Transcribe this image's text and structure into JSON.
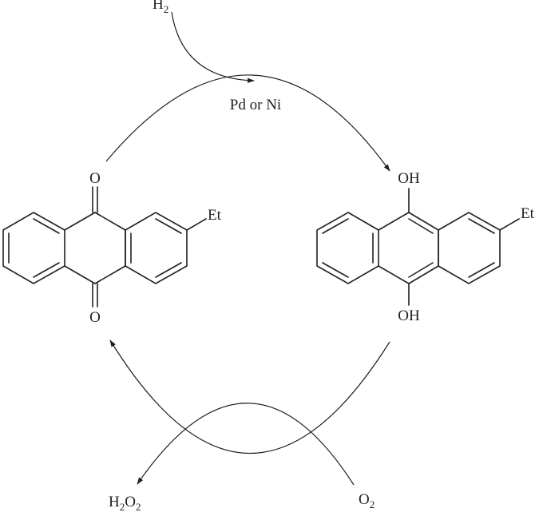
{
  "reagents": {
    "h2": {
      "main": "H",
      "sub": "2"
    },
    "catalyst": "Pd or Ni",
    "o2": {
      "main": "O",
      "sub": "2"
    },
    "h2o2": {
      "h": "H",
      "s1": "2",
      "o": "O",
      "s2": "2"
    }
  },
  "quinone": {
    "top_o": "O",
    "bottom_o": "O",
    "substituent": "Et"
  },
  "hydroquinone": {
    "top_oh": "OH",
    "bottom_oh": "OH",
    "substituent": "Et"
  },
  "colors": {
    "ink": "#231f20",
    "background": "#ffffff"
  }
}
